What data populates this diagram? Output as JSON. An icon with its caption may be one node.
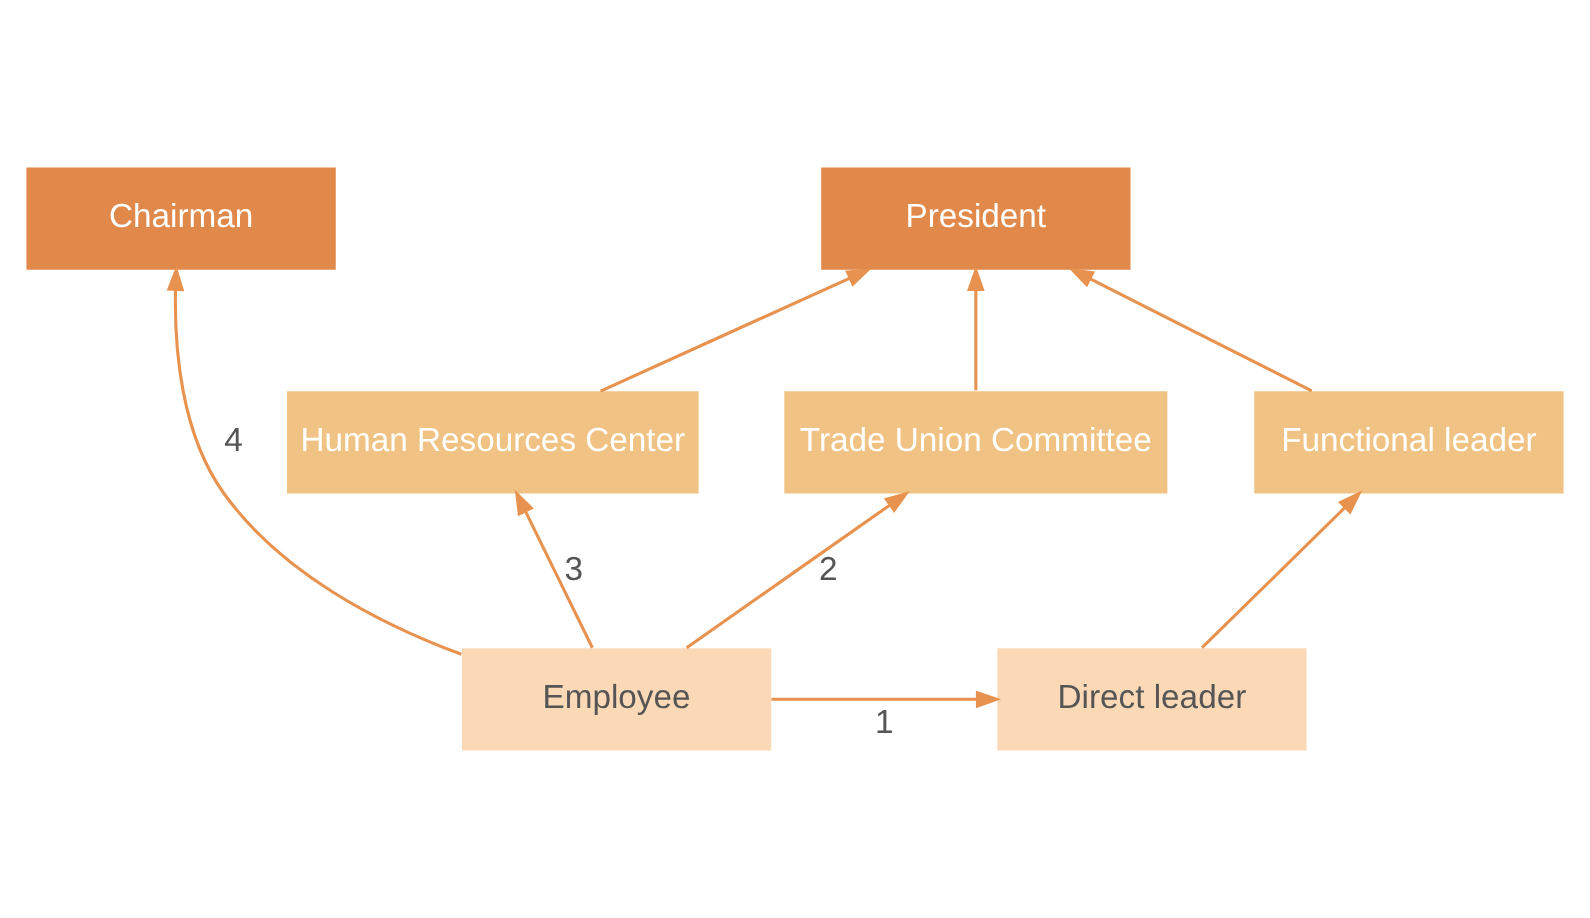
{
  "diagram": {
    "nodes": [
      {
        "text": [
          "Chairman"
        ]
      },
      {
        "text": [
          "President"
        ]
      },
      {
        "text": [
          "Human Resources Center"
        ]
      },
      {
        "text": [
          "Trade Union Committee"
        ]
      },
      {
        "text": [
          "Functional leader"
        ]
      },
      {
        "text": [
          "Direct leader"
        ]
      },
      {
        "text": [
          "Employee"
        ]
      }
    ],
    "edges": [
      {
        "from": 6,
        "to": 2,
        "arrow": "to",
        "label": "3"
      },
      {
        "from": 6,
        "to": 0,
        "arrow": "to",
        "label": "4"
      },
      {
        "from": 6,
        "to": 3,
        "arrow": "to",
        "label": "2"
      },
      {
        "from": 6,
        "to": 5,
        "arrow": "to",
        "label": "1"
      },
      {
        "from": 5,
        "to": 4,
        "arrow": "to"
      },
      {
        "from": 4,
        "to": 1,
        "arrow": "to"
      },
      {
        "from": 2,
        "to": 1,
        "arrow": "to"
      },
      {
        "from": 3,
        "to": 1,
        "arrow": "to"
      }
    ]
  }
}
